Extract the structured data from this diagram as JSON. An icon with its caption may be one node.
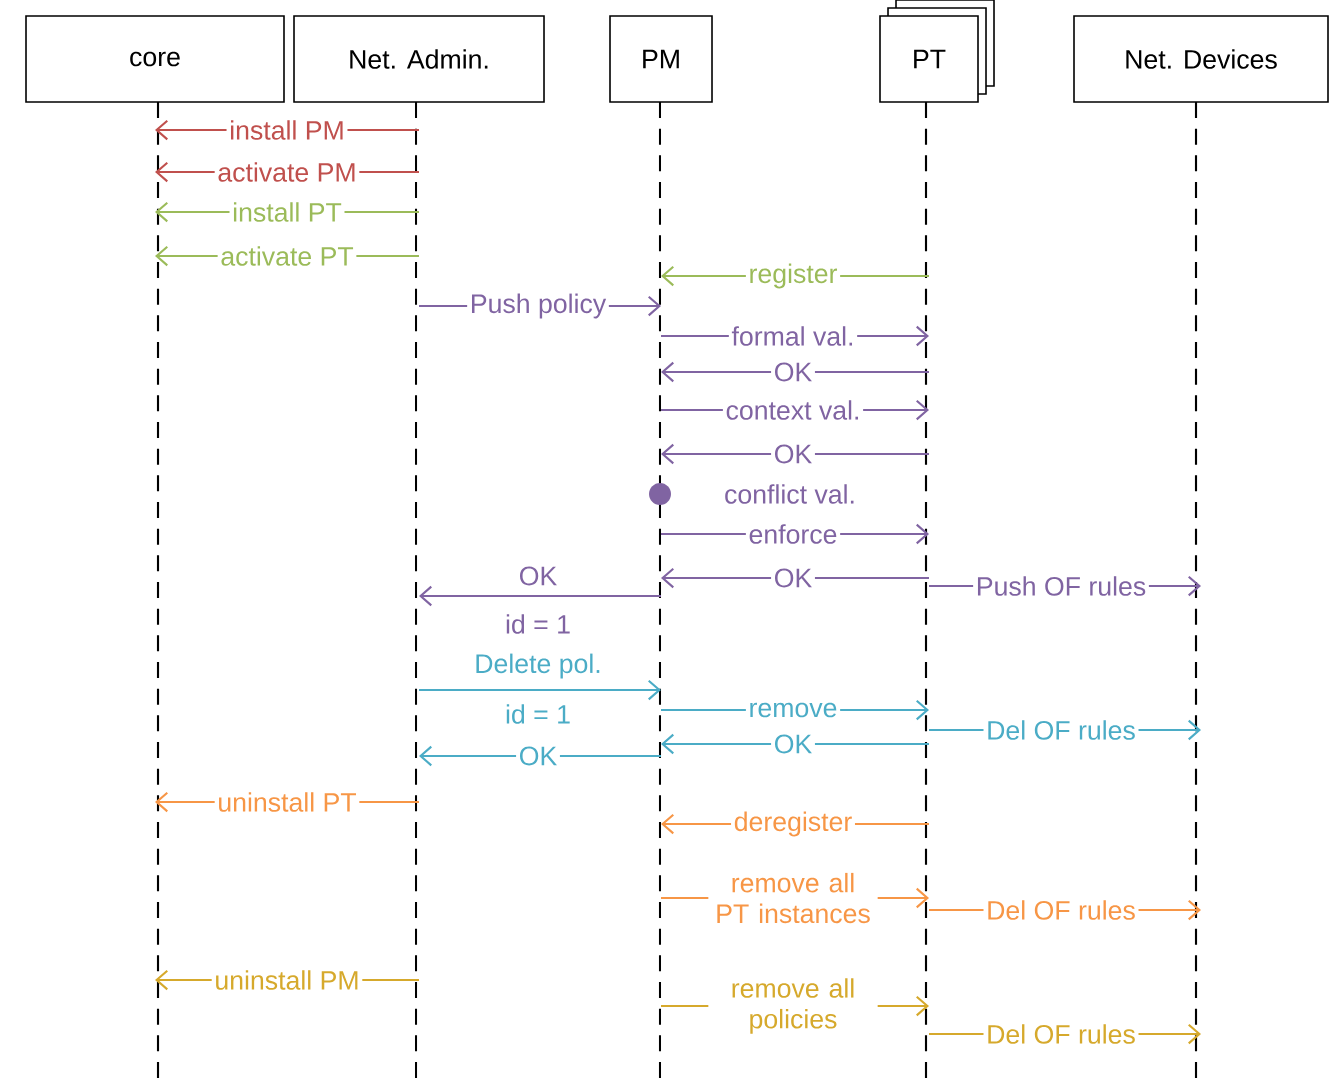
{
  "diagram": {
    "nodes": [
      {
        "text": [
          "core"
        ]
      },
      {
        "text": [
          "Net. Admin."
        ]
      },
      {
        "text": [
          "PM"
        ]
      },
      {
        "text": [
          "PT"
        ]
      },
      {
        "text": [
          "Net. Devices"
        ]
      }
    ],
    "edges": [
      {
        "from": 1,
        "to": 0,
        "arrow": "to",
        "label": "install PM",
        "color": "#c0504d"
      },
      {
        "from": 1,
        "to": 0,
        "arrow": "to",
        "label": "activate PM",
        "color": "#c0504d"
      },
      {
        "from": 1,
        "to": 0,
        "arrow": "to",
        "label": "install PT",
        "color": "#9bbb59"
      },
      {
        "from": 1,
        "to": 0,
        "arrow": "to",
        "label": "activate PT",
        "color": "#9bbb59"
      },
      {
        "from": 3,
        "to": 2,
        "arrow": "to",
        "label": "register",
        "color": "#9bbb59"
      },
      {
        "from": 1,
        "to": 2,
        "arrow": "to",
        "label": "Push policy"
      },
      {
        "from": 2,
        "to": 3,
        "arrow": "to",
        "label": "formal val."
      },
      {
        "from": 3,
        "to": 2,
        "arrow": "to",
        "label": "OK"
      },
      {
        "from": 2,
        "to": 3,
        "arrow": "to",
        "label": "context val."
      },
      {
        "from": 3,
        "to": 2,
        "arrow": "to",
        "label": "OK"
      },
      {
        "from": 2,
        "to": 3,
        "arrow": "to",
        "label": "enforce"
      },
      {
        "from": 3,
        "to": 2,
        "arrow": "to",
        "label": "OK"
      },
      {
        "from": 3,
        "to": 4,
        "arrow": "to",
        "label": "Push OF rules"
      },
      {
        "from": 2,
        "to": 1,
        "arrow": "to",
        "label": "OK"
      },
      {
        "from": 1,
        "to": 2,
        "arrow": "to",
        "label": "Delete pol.",
        "color": "#4bacc6"
      },
      {
        "from": 2,
        "to": 3,
        "arrow": "to",
        "label": "remove",
        "color": "#4bacc6"
      },
      {
        "from": 3,
        "to": 2,
        "arrow": "to",
        "label": "OK",
        "color": "#4bacc6"
      },
      {
        "from": 2,
        "to": 1,
        "arrow": "to",
        "label": "OK",
        "color": "#4bacc6"
      },
      {
        "from": 3,
        "to": 4,
        "arrow": "to",
        "label": "Del OF rules",
        "color": "#4bacc6"
      },
      {
        "from": 1,
        "to": 0,
        "arrow": "to",
        "label": "uninstall PT",
        "color": "#f79646"
      },
      {
        "from": 3,
        "to": 2,
        "arrow": "to",
        "label": "deregister",
        "color": "#f79646"
      },
      {
        "from": 2,
        "to": 3,
        "arrow": "to",
        "label": "remove all PT instances",
        "color": "#f79646"
      },
      {
        "from": 3,
        "to": 4,
        "arrow": "to",
        "label": "Del OF rules",
        "color": "#f79646"
      },
      {
        "from": 1,
        "to": 0,
        "arrow": "to",
        "label": "uninstall PM",
        "color": "#d6a92c"
      },
      {
        "from": 2,
        "to": 3,
        "arrow": "to",
        "label": "remove all policies",
        "color": "#d6a92c"
      },
      {
        "from": 3,
        "to": 4,
        "arrow": "to",
        "label": "Del OF rules",
        "color": "#d6a92c"
      }
    ],
    "labels": [
      "conflict val.",
      "id = 1",
      "id = 1"
    ]
  }
}
